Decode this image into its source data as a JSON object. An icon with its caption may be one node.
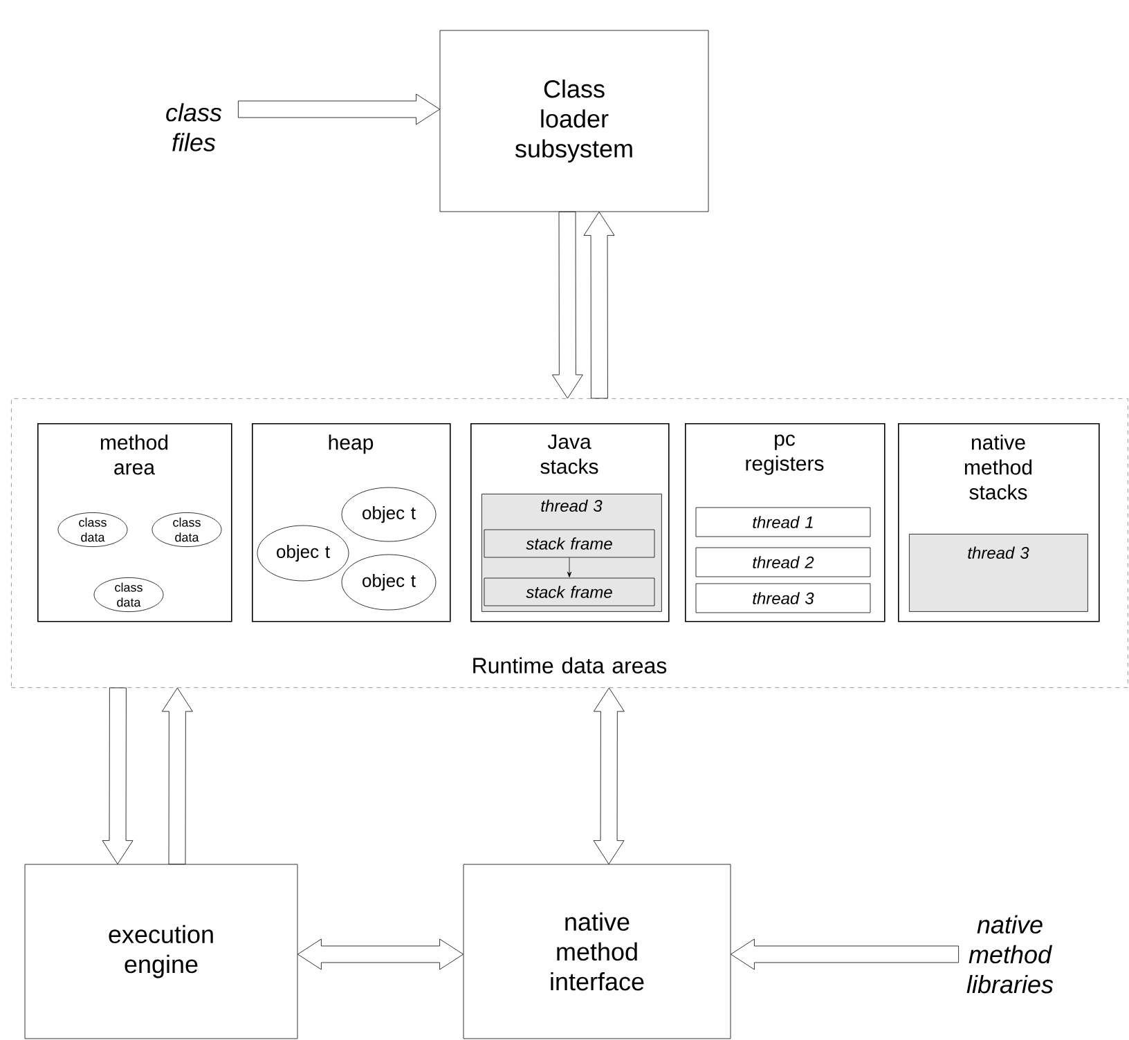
{
  "diagram": {
    "nodes": [
      {
        "text": [
          "class files"
        ]
      },
      {
        "text": [
          "Class loader subsystem"
        ]
      },
      {
        "text": [
          "Runtime data areas"
        ]
      },
      {
        "text": [
          "method area"
        ],
        "in": 2
      },
      {
        "text": [
          "class data"
        ],
        "in": 3
      },
      {
        "text": [
          "class data"
        ],
        "in": 3
      },
      {
        "text": [
          "class data"
        ],
        "in": 3
      },
      {
        "text": [
          "heap"
        ],
        "in": 2
      },
      {
        "text": [
          "objec t"
        ],
        "in": 7
      },
      {
        "text": [
          "objec t"
        ],
        "in": 7
      },
      {
        "text": [
          "objec t"
        ],
        "in": 7
      },
      {
        "text": [
          "Java stacks"
        ],
        "in": 2
      },
      {
        "text": [
          "thread 3"
        ],
        "in": 11
      },
      {
        "text": [
          "stack frame"
        ],
        "in": 12
      },
      {
        "text": [
          "stack frame"
        ],
        "in": 12
      },
      {
        "text": [
          "pc registers"
        ],
        "in": 2
      },
      {
        "text": [
          "thread 1"
        ],
        "in": 15
      },
      {
        "text": [
          "thread 2"
        ],
        "in": 15
      },
      {
        "text": [
          "thread 3"
        ],
        "in": 15
      },
      {
        "text": [
          "native method stacks"
        ],
        "in": 2
      },
      {
        "text": [
          "thread 3"
        ],
        "in": 19
      },
      {
        "text": [
          "execution engine"
        ]
      },
      {
        "text": [
          "native method interface"
        ]
      },
      {
        "text": [
          "native method libraries"
        ]
      }
    ],
    "edges": [
      {
        "from": 0,
        "to": 1,
        "arrow": "to",
        "style": "thick"
      },
      {
        "from": 1,
        "to": 2,
        "arrow": "to",
        "style": "thick"
      },
      {
        "from": 2,
        "to": 1,
        "arrow": "to",
        "style": "thick"
      },
      {
        "from": 2,
        "to": 21,
        "arrow": "to",
        "style": "thick"
      },
      {
        "from": 21,
        "to": 2,
        "arrow": "to",
        "style": "thick"
      },
      {
        "from": 2,
        "to": 22,
        "arrow": "both",
        "style": "thick"
      },
      {
        "from": 21,
        "to": 22,
        "arrow": "both",
        "style": "thick"
      },
      {
        "from": 23,
        "to": 22,
        "arrow": "to",
        "style": "thick"
      },
      {
        "from": 13,
        "to": 14,
        "arrow": "to"
      }
    ]
  }
}
